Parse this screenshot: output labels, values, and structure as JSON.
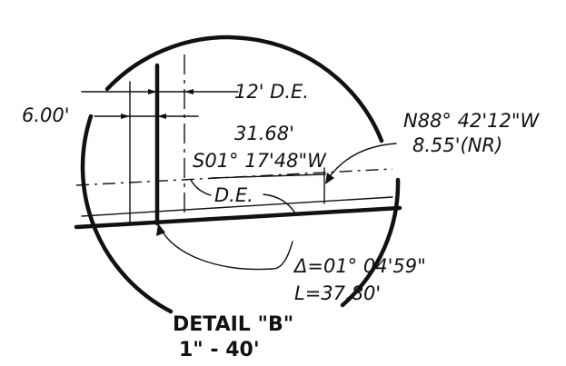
{
  "detail": {
    "title": "DETAIL \"B\"",
    "scale": "1\" - 40'",
    "labels": {
      "easement_width": "12' D.E.",
      "offset": "6.00'",
      "distance": "31.68'",
      "bearing_line": "S01° 17'48\"W",
      "easement": "D.E.",
      "bearing_nr": "N88° 42'12\"W",
      "distance_nr": "8.55'(NR)",
      "delta": "Δ=01° 04'59\"",
      "arc_length": "L=37.80'"
    }
  }
}
